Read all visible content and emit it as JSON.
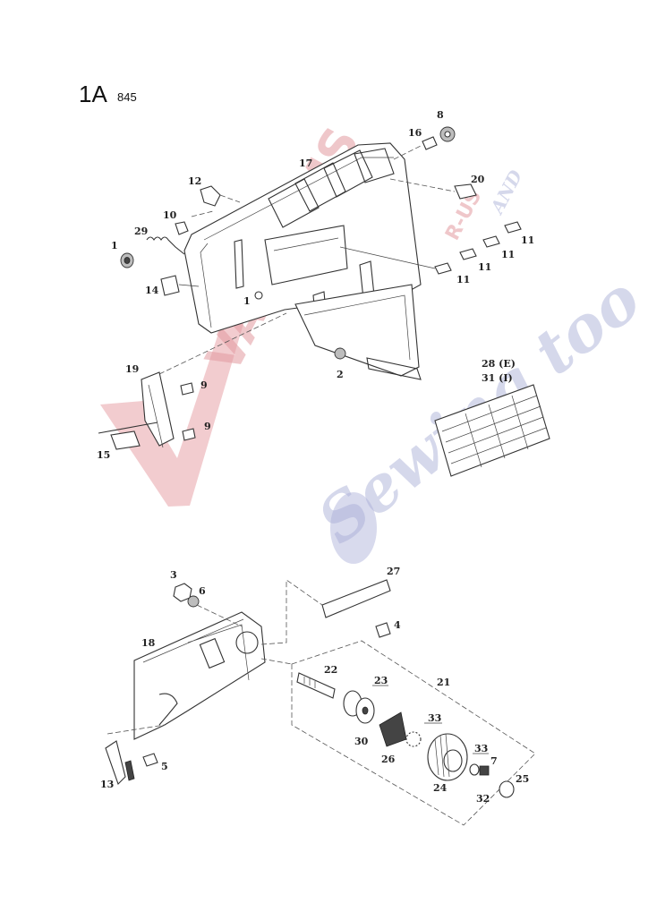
{
  "header": {
    "page_id": "1A",
    "model": "845"
  },
  "watermark": {
    "line1": "VACUUMS",
    "line2": "R-US",
    "line3": "AND",
    "line4": "Sewing too"
  },
  "callouts": {
    "c1a": "1",
    "c1b": "1",
    "c2": "2",
    "c3": "3",
    "c4": "4",
    "c5": "5",
    "c6": "6",
    "c7": "7",
    "c8": "8",
    "c9a": "9",
    "c9b": "9",
    "c10": "10",
    "c11a": "11",
    "c11b": "11",
    "c11c": "11",
    "c11d": "11",
    "c12": "12",
    "c13": "13",
    "c14": "14",
    "c15": "15",
    "c16": "16",
    "c17": "17",
    "c18": "18",
    "c19": "19",
    "c20": "20",
    "c21": "21",
    "c22": "22",
    "c23": "23",
    "c24": "24",
    "c25": "25",
    "c26": "26",
    "c27": "27",
    "c28": "28 (E)",
    "c29": "29",
    "c30": "30",
    "c31": "31 (I)",
    "c32": "32",
    "c33a": "33",
    "c33b": "33"
  },
  "colors": {
    "line": "#333333",
    "watermark_red": "#e39aa0",
    "watermark_blue": "#a3a9d4"
  }
}
